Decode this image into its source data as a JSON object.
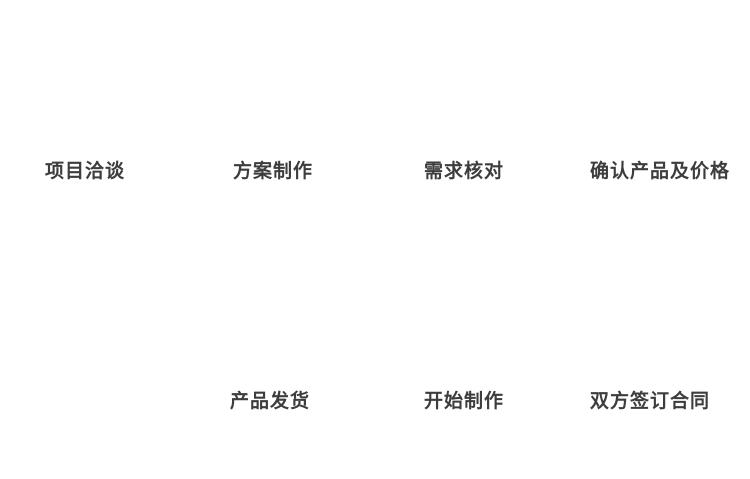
{
  "flow": {
    "top_row": [
      {
        "label": "项目洽谈"
      },
      {
        "label": "方案制作"
      },
      {
        "label": "需求核对"
      },
      {
        "label": "确认产品及价格"
      }
    ],
    "bottom_row": [
      {
        "label": "产品发货"
      },
      {
        "label": "开始制作"
      },
      {
        "label": "双方签订合同"
      }
    ]
  },
  "colors": {
    "background": "#ffffff",
    "label_text": "#3d3d3d"
  }
}
